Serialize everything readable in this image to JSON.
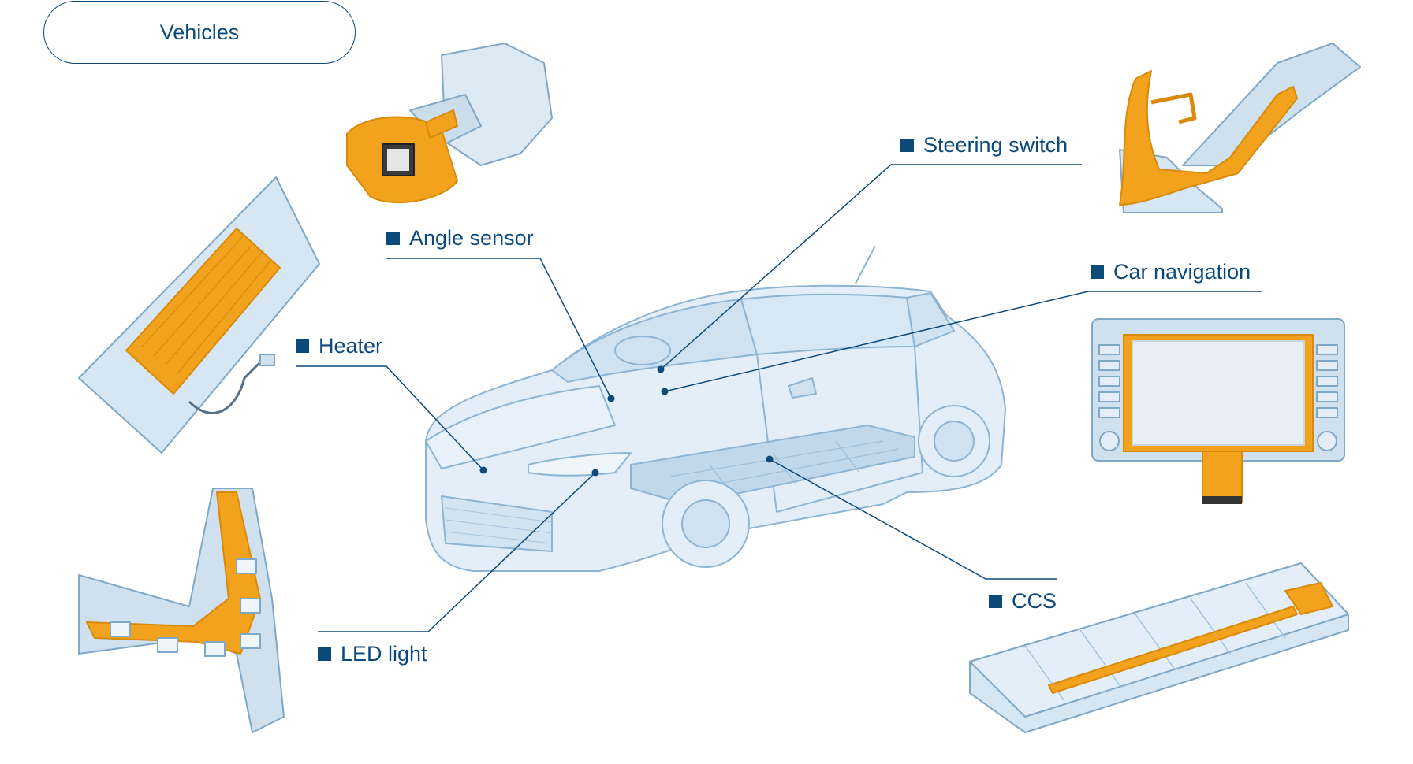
{
  "category_button": "Vehicles",
  "components": [
    {
      "id": "angle-sensor",
      "label": "Angle sensor"
    },
    {
      "id": "steering-switch",
      "label": "Steering switch"
    },
    {
      "id": "car-navigation",
      "label": "Car navigation"
    },
    {
      "id": "heater",
      "label": "Heater"
    },
    {
      "id": "ccs",
      "label": "CCS"
    },
    {
      "id": "led-light",
      "label": "LED light"
    }
  ],
  "colors": {
    "accent": "#0d4a7c",
    "flex_circuit": "#f2a21d",
    "part_blue": "#c9dff0",
    "outline": "#7fa7c6"
  }
}
